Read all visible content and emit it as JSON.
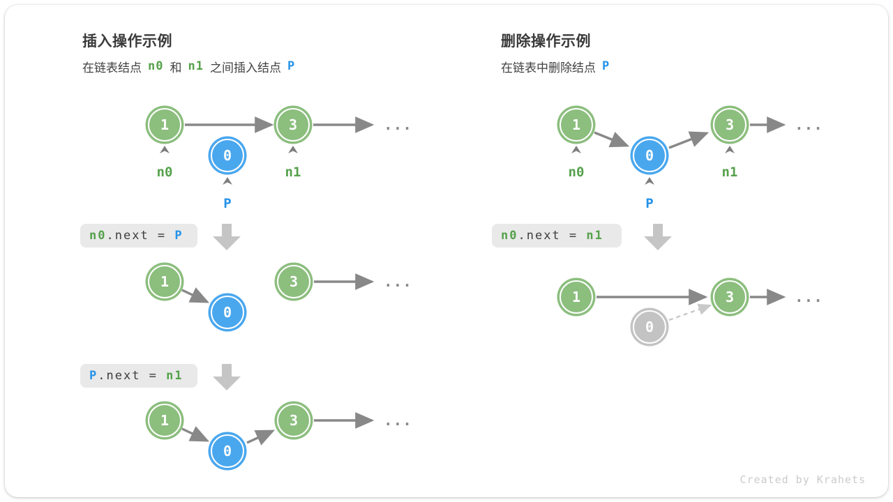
{
  "card": {
    "credit": "Created by Krahets"
  },
  "colors": {
    "node_green": "#8cbe7e",
    "node_blue": "#49a7ee",
    "node_gray": "#c3c3c3",
    "label_green": "#55a14b",
    "label_blue": "#2492e8",
    "arrow_gray": "#888888",
    "arrow_light": "#c9c9c9",
    "code_bg": "#e9e9e9",
    "block_arrow": "#c5c5c5"
  },
  "node_values": {
    "one": "1",
    "three": "3",
    "zero": "0"
  },
  "pointer_labels": {
    "n0": "n0",
    "n1": "n1",
    "p": "P"
  },
  "ellipsis": "...",
  "insert": {
    "title": "插入操作示例",
    "subtitle_parts": [
      "在链表结点",
      "n0",
      "和",
      "n1",
      "之间插入结点",
      "P"
    ],
    "code1": {
      "lhs": "n0",
      "mid": ".next = ",
      "rhs": "P"
    },
    "code2": {
      "lhs": "P",
      "mid": ".next = ",
      "rhs": "n1"
    }
  },
  "delete": {
    "title": "删除操作示例",
    "subtitle_parts": [
      "在链表中删除结点",
      "P"
    ],
    "code1": {
      "lhs": "n0",
      "mid": ".next = ",
      "rhs": "n1"
    }
  }
}
